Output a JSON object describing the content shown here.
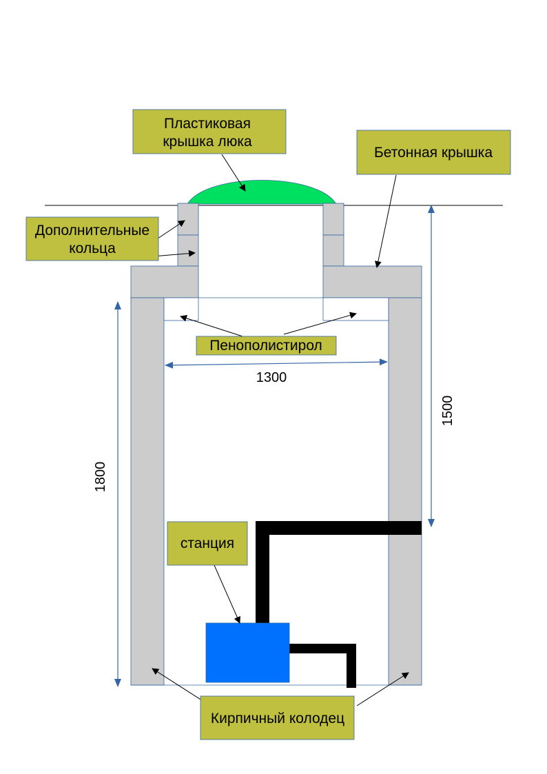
{
  "diagram": {
    "title": "",
    "labels": {
      "plastic_lid": [
        "Пластиковая",
        "крышка люка"
      ],
      "concrete_lid": [
        "Бетонная крышка"
      ],
      "extra_rings": [
        "Дополнительные",
        "кольца"
      ],
      "polystyrene": [
        "Пенополистирол"
      ],
      "station": [
        "станция"
      ],
      "brick_well": [
        "Кирпичный колодец"
      ]
    },
    "dimensions": {
      "inner_width": "1300",
      "well_height": "1800",
      "depth_from_ground": "1500"
    },
    "colors": {
      "label_fill": "#bfbf40",
      "label_border": "#3465a4",
      "wall_fill": "#cccccc",
      "lid_green": "#00e060",
      "station_blue": "#0070ff",
      "pipe": "#000000",
      "dimension_line": "#3465a4"
    }
  }
}
